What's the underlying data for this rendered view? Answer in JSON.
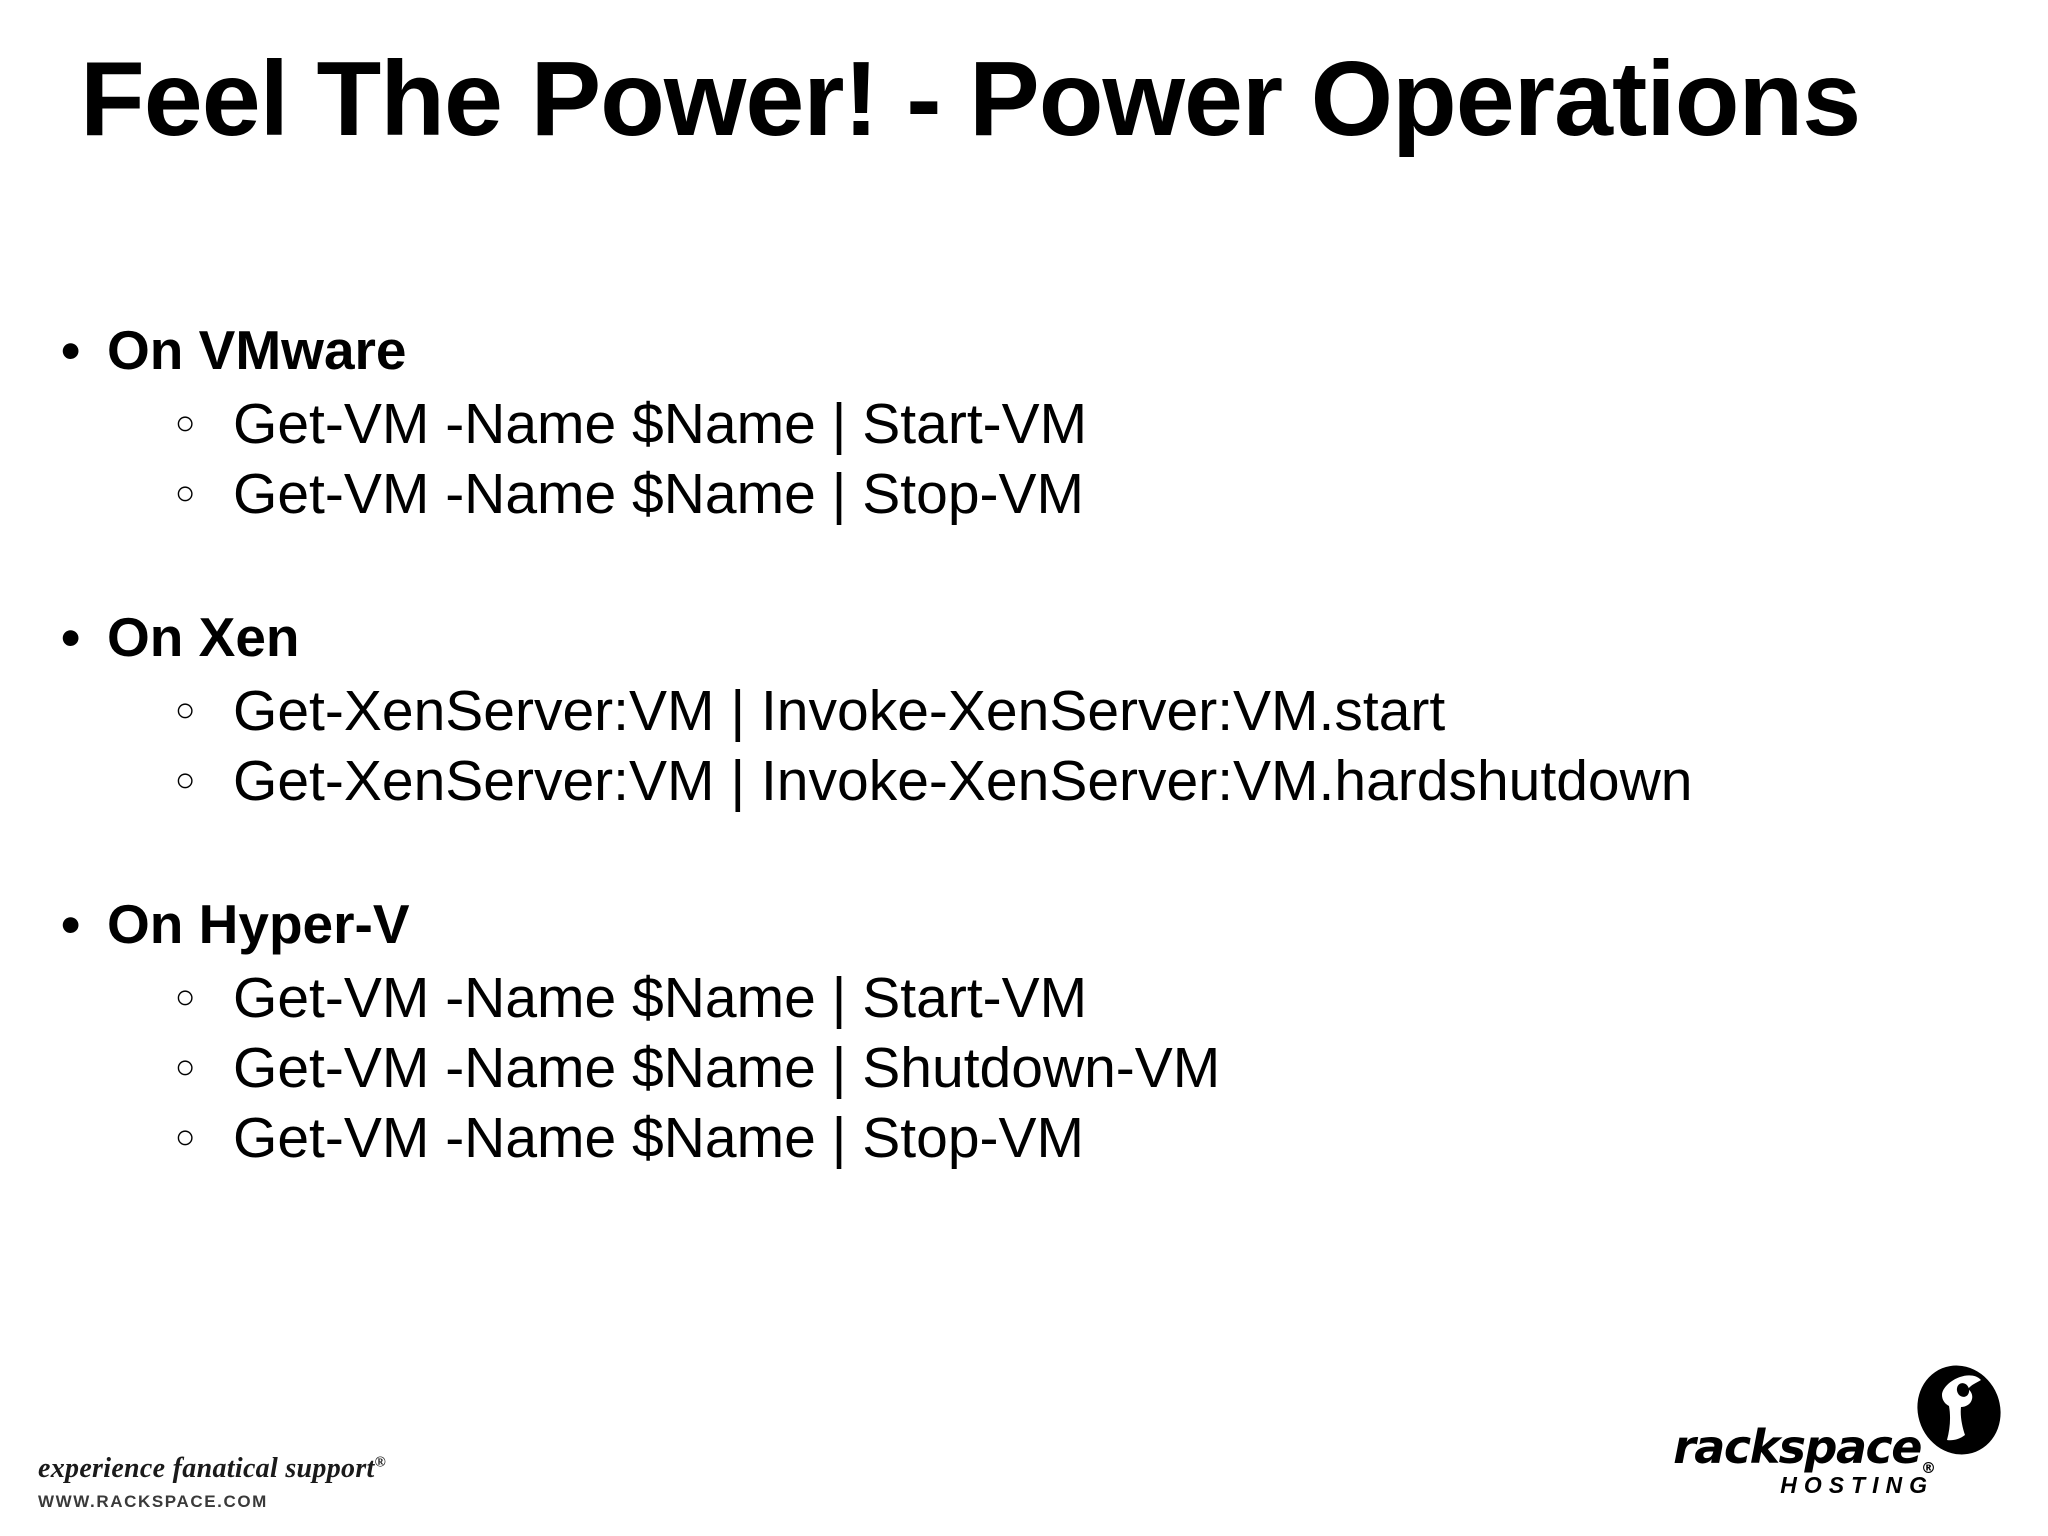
{
  "slide": {
    "title": "Feel The Power! - Power Operations",
    "bullet_glyph": "•",
    "sub_bullet_glyph": "○",
    "text_color": "#000000",
    "background_color": "#ffffff",
    "groups": [
      {
        "heading": "On VMware",
        "items": [
          "Get-VM -Name $Name | Start-VM",
          "Get-VM -Name $Name | Stop-VM"
        ]
      },
      {
        "heading": "On Xen",
        "items": [
          "Get-XenServer:VM | Invoke-XenServer:VM.start",
          "Get-XenServer:VM | Invoke-XenServer:VM.hardshutdown"
        ]
      },
      {
        "heading": "On Hyper-V",
        "items": [
          "Get-VM -Name $Name | Start-VM",
          "Get-VM -Name $Name | Shutdown-VM",
          "Get-VM -Name $Name | Stop-VM"
        ]
      }
    ]
  },
  "footer": {
    "tagline": "experience fanatical support",
    "tagline_mark": "®",
    "url": "WWW.RACKSPACE.COM",
    "logo_wordmark": "rackspace",
    "logo_mark_reg": "®",
    "logo_subtext": "HOSTING"
  }
}
